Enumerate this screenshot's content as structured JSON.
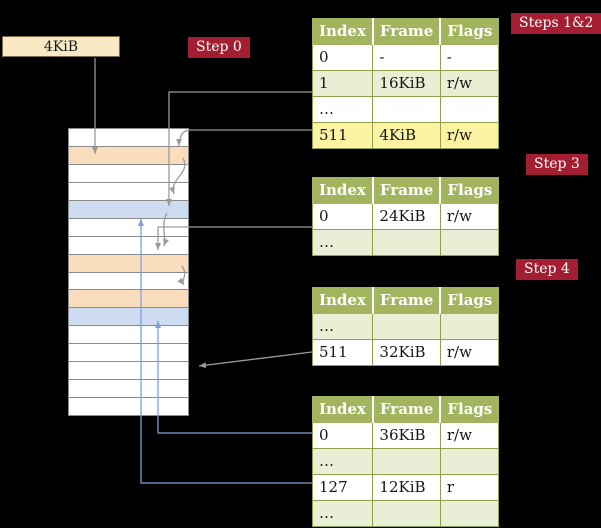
{
  "colors": {
    "accent_red": "#a41e31",
    "olive": "#a2b55e",
    "olive_border": "#8fa24b",
    "row_green": "#e9efd5",
    "row_yellow": "#fcf3a2",
    "cream": "#f8e8c4",
    "peach": "#f9ddbd",
    "blue_row": "#cddcf0",
    "arrow_gray": "#9a9a9a",
    "arrow_blue": "#7e9fd8"
  },
  "pointer_box": {
    "label": "4KiB"
  },
  "badges": [
    {
      "label": "Step 0"
    },
    {
      "label": "Steps 1&2"
    },
    {
      "label": "Step 3"
    },
    {
      "label": "Step 4"
    }
  ],
  "tables": [
    {
      "headers": [
        "Index",
        "Frame",
        "Flags"
      ],
      "rows": [
        {
          "cells": [
            "0",
            "-",
            "-"
          ]
        },
        {
          "cells": [
            "1",
            "16KiB",
            "r/w"
          ]
        },
        {
          "cells": [
            "…",
            "",
            ""
          ]
        },
        {
          "cells": [
            "511",
            "4KiB",
            "r/w"
          ],
          "highlight": true
        }
      ]
    },
    {
      "headers": [
        "Index",
        "Frame",
        "Flags"
      ],
      "rows": [
        {
          "cells": [
            "0",
            "24KiB",
            "r/w"
          ]
        },
        {
          "cells": [
            "…",
            "",
            ""
          ]
        }
      ]
    },
    {
      "headers": [
        "Index",
        "Frame",
        "Flags"
      ],
      "rows": [
        {
          "cells": [
            "…",
            "",
            ""
          ]
        },
        {
          "cells": [
            "511",
            "32KiB",
            "r/w"
          ]
        }
      ]
    },
    {
      "headers": [
        "Index",
        "Frame",
        "Flags"
      ],
      "rows": [
        {
          "cells": [
            "0",
            "36KiB",
            "r/w"
          ]
        },
        {
          "cells": [
            "…",
            "",
            ""
          ]
        },
        {
          "cells": [
            "127",
            "12KiB",
            "r"
          ]
        },
        {
          "cells": [
            "…",
            "",
            ""
          ]
        }
      ]
    }
  ],
  "memory_rows": [
    "white",
    "peach",
    "white",
    "white",
    "blue",
    "white",
    "white",
    "peach",
    "white",
    "peach",
    "blue",
    "white",
    "white",
    "white",
    "white",
    "white"
  ]
}
